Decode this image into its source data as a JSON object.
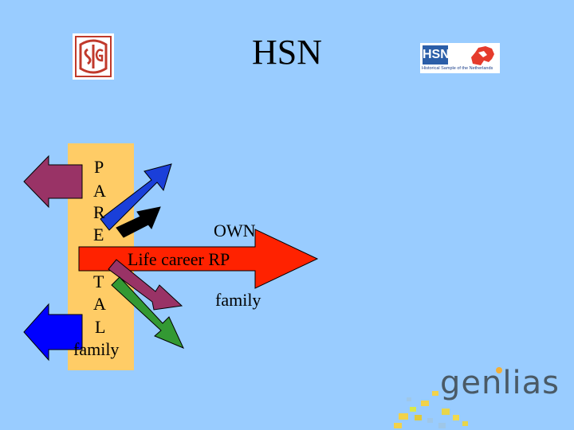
{
  "slide": {
    "title": "HSN",
    "background": "#99ccff"
  },
  "logos": {
    "siig": {
      "icon": "siig-monogram-logo"
    },
    "hsn": {
      "icon": "hsn-netherlands-logo",
      "text": "HSN",
      "tagline": "Historical Sample of the Netherlands"
    },
    "genlias": {
      "icon": "genlias-logo",
      "text": "genlias"
    }
  },
  "panel": {
    "letters_top": [
      "P",
      "A",
      "R",
      "E"
    ],
    "letters_bottom": [
      "T",
      "A",
      "L"
    ],
    "family_label": "family"
  },
  "labels": {
    "own": "OWN",
    "life_career": "Life career RP",
    "family": "family"
  },
  "colors": {
    "panel": "#ffcc66",
    "red_arrow": "#ff2200",
    "maroon_arrow": "#993366",
    "blue_arrow": "#1a3fd9",
    "green_arrow": "#339933",
    "black_arrow": "#000000",
    "blue_left_arrow": "#0000ff"
  }
}
